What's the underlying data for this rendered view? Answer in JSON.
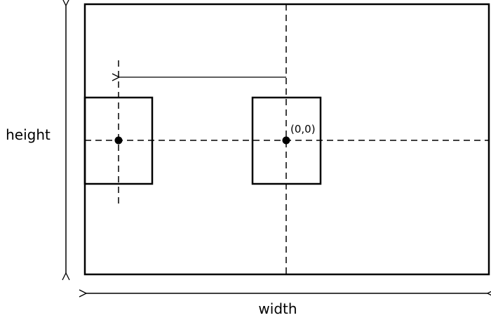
{
  "labels": {
    "height": "height",
    "width": "width",
    "origin": "(0,0)"
  },
  "colors": {
    "stroke": "#000000",
    "background": "#ffffff"
  }
}
